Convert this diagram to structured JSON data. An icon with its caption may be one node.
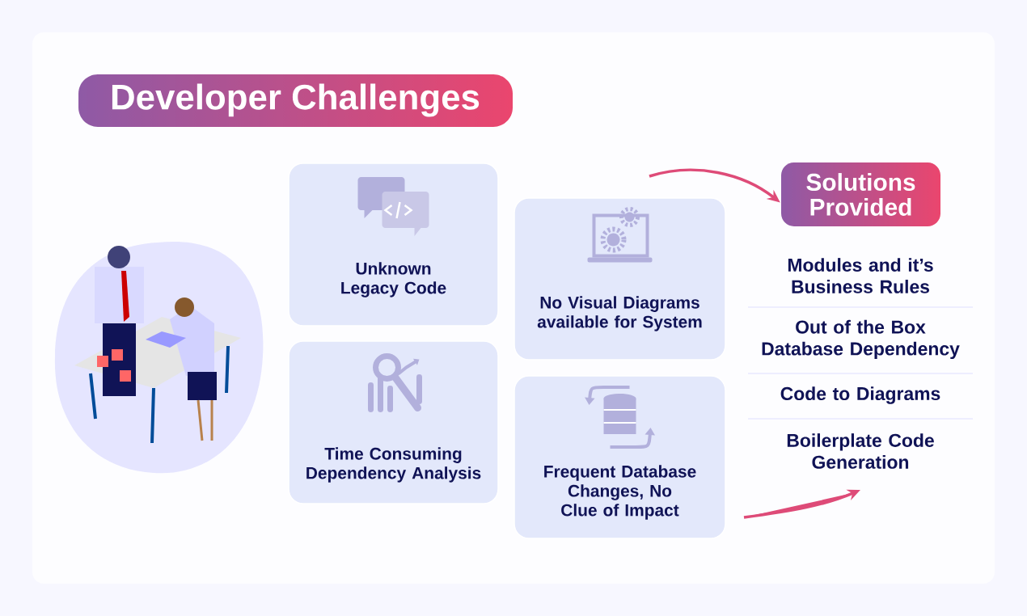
{
  "diagram": {
    "title": "Developer Challenges",
    "nodes": [
      {
        "text": [
          "Unknown Legacy Code"
        ]
      },
      {
        "text": [
          "Time Consuming Dependency Analysis"
        ]
      },
      {
        "text": [
          "No Visual Diagrams available for System"
        ]
      },
      {
        "text": [
          "Frequent Database Changes, No Clue of Impact"
        ]
      },
      {
        "text": [
          "Solutions Provided"
        ]
      }
    ],
    "edges": [
      {
        "from": null,
        "to": 4,
        "arrow": "to"
      }
    ],
    "labels": [
      "Modules and it’s Business Rules",
      "Out of the Box Database Dependency",
      "Code to Diagrams",
      "Boilerplate Code Generation"
    ]
  }
}
